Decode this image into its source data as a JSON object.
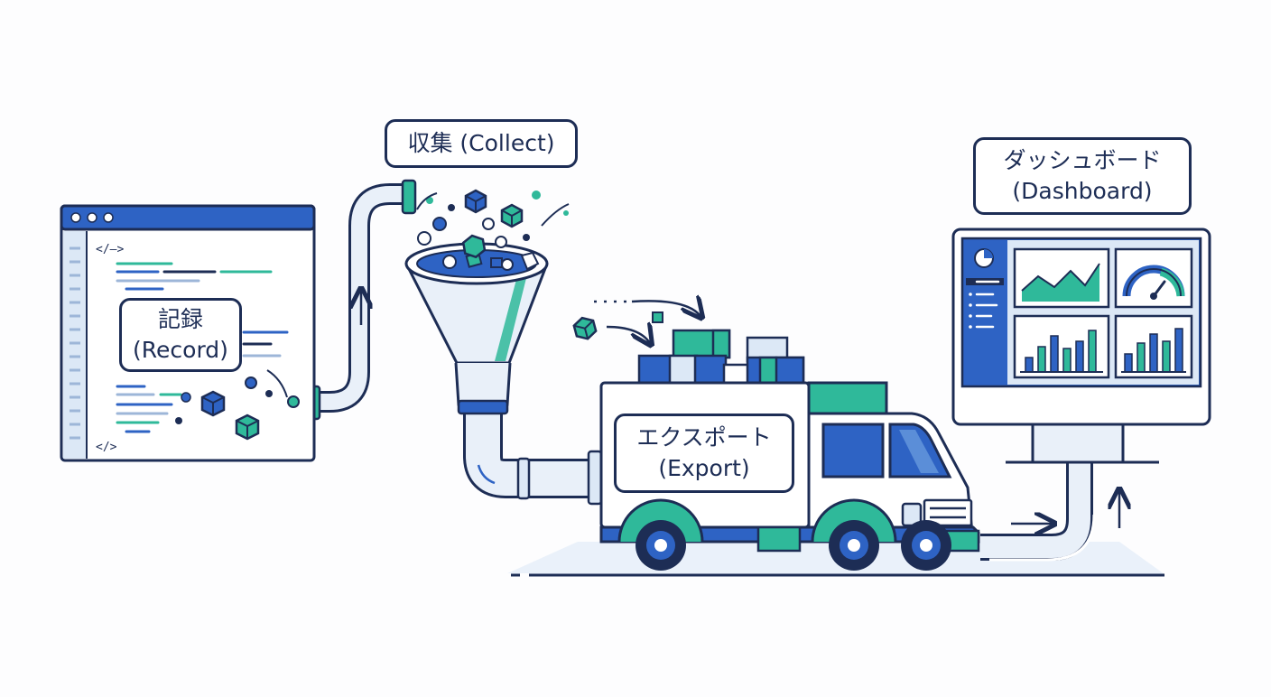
{
  "labels": {
    "record": {
      "ja": "記録",
      "en": "(Record)"
    },
    "collect": {
      "text": "収集 (Collect)"
    },
    "export": {
      "ja": "エクスポート",
      "en": "(Export)"
    },
    "dashboard": {
      "ja": "ダッシュボード",
      "en": "(Dashboard)"
    }
  },
  "code_panel": {
    "open_tag": "</—>",
    "close_tag": "</>"
  },
  "colors": {
    "outline": "#1d2d55",
    "blue": "#2e63c4",
    "teal": "#2fb99a",
    "light_blue": "#dce8f6",
    "pipe_fill": "#e9f0f9"
  }
}
